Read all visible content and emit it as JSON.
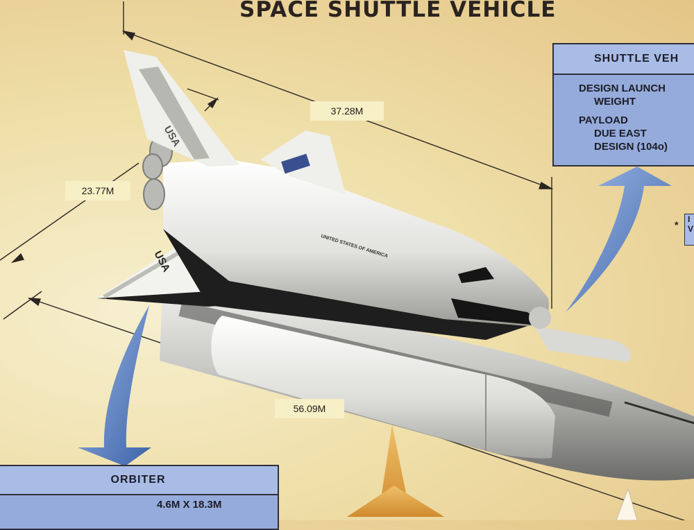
{
  "title": "SPACE SHUTTLE VEHICLE",
  "dimensions": {
    "wingspan": "23.77M",
    "orbiter_length": "37.28M",
    "overall_length": "56.09M"
  },
  "vehicle_panel": {
    "heading": "SHUTTLE VEH",
    "rows": [
      "DESIGN LAUNCH",
      "WEIGHT",
      "PAYLOAD",
      "DUE EAST",
      "DESIGN (104o)"
    ]
  },
  "orbiter_panel": {
    "heading": "ORBITER",
    "row": "4.6M X 18.3M"
  },
  "side_note": {
    "asterisk": "*",
    "letters": [
      "I",
      "V"
    ]
  },
  "markings": {
    "tail": "USA",
    "wing": "USA",
    "fuselage": "UNITED STATES OF AMERICA"
  },
  "colors": {
    "panel_blue": "#95abdb",
    "arrow_blue": "#5b84c8",
    "arrow_orange": "#e0a24a"
  }
}
